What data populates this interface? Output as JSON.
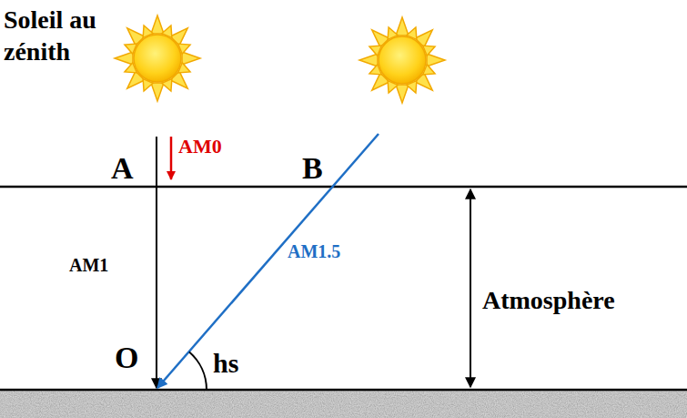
{
  "diagram": {
    "labels": [
      "Soleil au zénith",
      "A",
      "AM0",
      "B",
      "AM1",
      "AM1.5",
      "Atmosphère",
      "O",
      "hs"
    ]
  }
}
